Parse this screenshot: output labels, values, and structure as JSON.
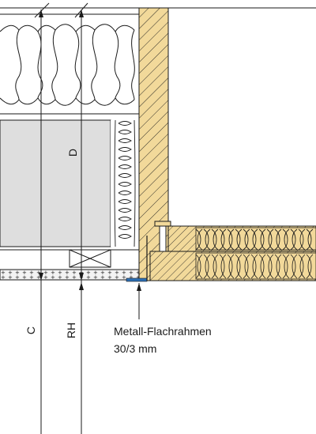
{
  "labels": {
    "dim_c": "C",
    "dim_rh": "RH",
    "dim_d": "D",
    "callout_line1": "Metall-Flachrahmen",
    "callout_line2": "30/3 mm"
  },
  "colors": {
    "wood": "#f2d99a",
    "wood_dark": "#e8c878",
    "board": "#dedede",
    "screed": "#efefef",
    "frame": "#2b6fb5",
    "line": "#1a1a1a"
  }
}
